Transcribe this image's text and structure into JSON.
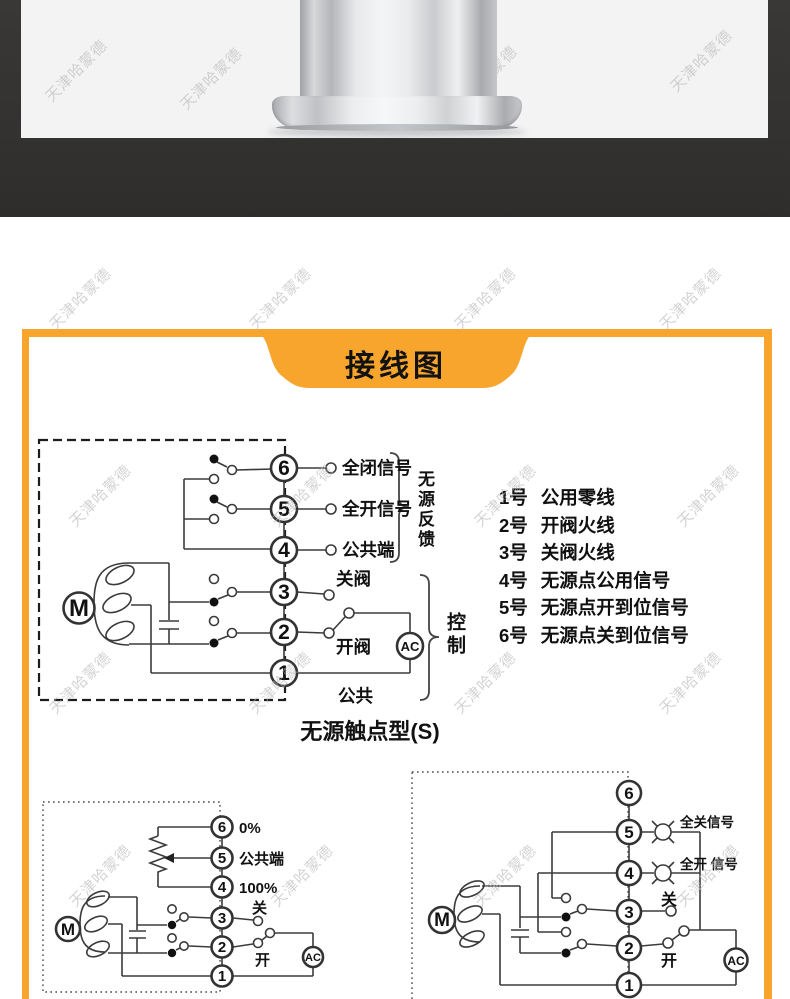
{
  "page": {
    "banner_title": "接线图",
    "caption": "无源触点型(S)"
  },
  "watermark": {
    "text": "天津哈蒙德"
  },
  "colors": {
    "accent": "#F8A52E",
    "header_dark": "#333231",
    "photo_bg": "#f3f3f4"
  },
  "main_diagram": {
    "motor": "M",
    "ac": "AC",
    "terminals": [
      "6",
      "5",
      "4",
      "3",
      "2",
      "1"
    ],
    "label_t6": "全闭信号",
    "label_t5": "全开信号",
    "label_t4": "公共端",
    "label_t3": "关阀",
    "label_t2": "开阀",
    "label_t1": "公共",
    "brace_feedback": "无源反馈",
    "brace_control": "控制"
  },
  "legend": {
    "items": [
      {
        "no": "1号",
        "label": "公用零线"
      },
      {
        "no": "2号",
        "label": "开阀火线"
      },
      {
        "no": "3号",
        "label": "关阀火线"
      },
      {
        "no": "4号",
        "label": "无源点公用信号"
      },
      {
        "no": "5号",
        "label": "无源点开到位信号"
      },
      {
        "no": "6号",
        "label": "无源点关到位信号"
      }
    ]
  },
  "diagram_left": {
    "motor": "M",
    "ac": "AC",
    "terminals": [
      "6",
      "5",
      "4",
      "3",
      "2",
      "1"
    ],
    "label_t6": "0%",
    "label_t5": "公共端",
    "label_t4": "100%",
    "label_t3": "关",
    "label_t2": "开"
  },
  "diagram_right": {
    "motor": "M",
    "ac": "AC",
    "terminals": [
      "6",
      "5",
      "4",
      "3",
      "2",
      "1"
    ],
    "label_t5": "全关信号",
    "label_t4": "全开 信号",
    "label_t3": "关",
    "label_t2": "开"
  }
}
